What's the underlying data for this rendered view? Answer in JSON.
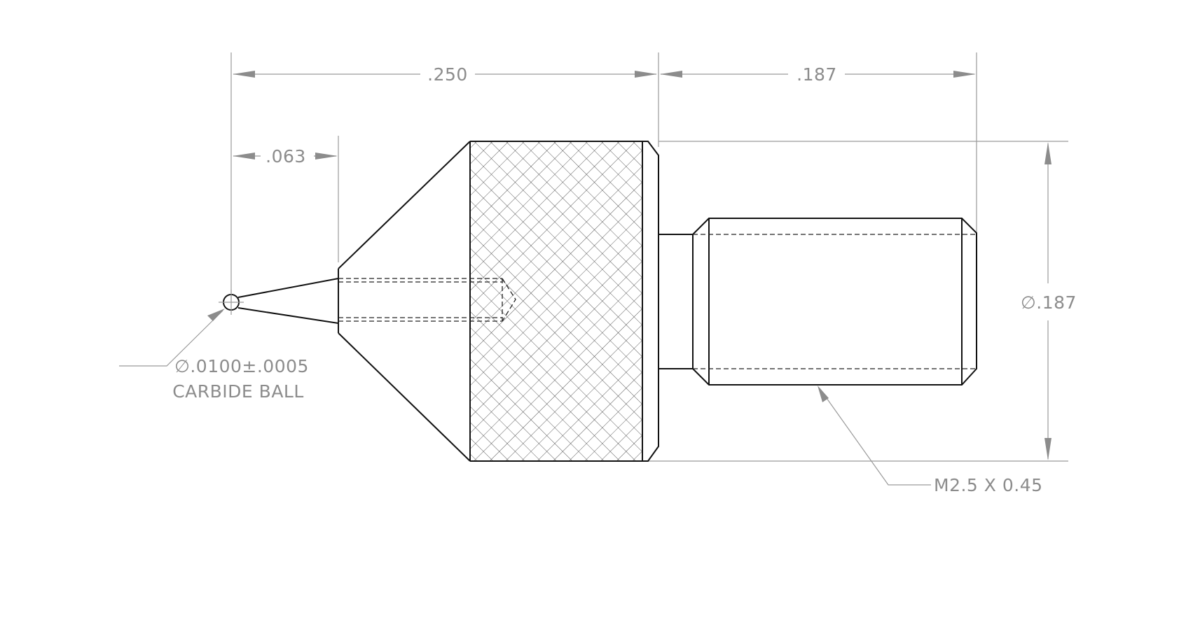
{
  "dimensions": {
    "overall_tip_length": ".250",
    "thread_length": ".187",
    "cone_length": ".063",
    "diameter": "∅.187"
  },
  "callouts": {
    "ball_diameter": "∅.0100±.0005",
    "ball_material": "CARBIDE BALL",
    "thread_spec": "M2.5 X 0.45"
  }
}
